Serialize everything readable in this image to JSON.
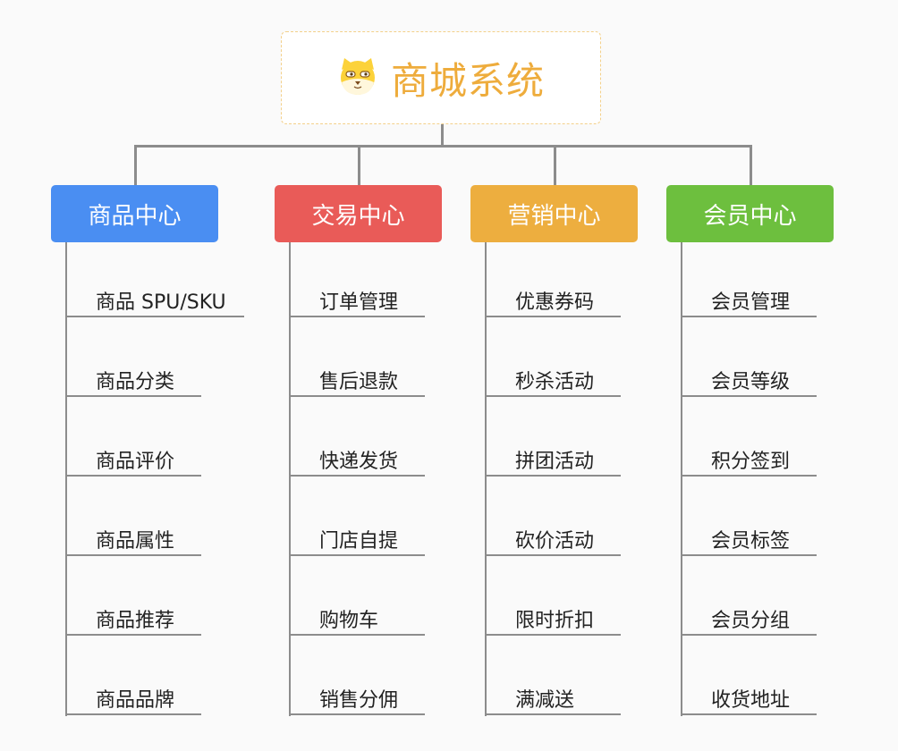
{
  "root": {
    "title": "商城系统",
    "logo_icon": "shiba-dog-icon",
    "title_color": "#eeac3c"
  },
  "categories": [
    {
      "label": "商品中心",
      "color": "#4a8ef2",
      "items": [
        "商品 SPU/SKU",
        "商品分类",
        "商品评价",
        "商品属性",
        "商品推荐",
        "商品品牌"
      ]
    },
    {
      "label": "交易中心",
      "color": "#e95b58",
      "items": [
        "订单管理",
        "售后退款",
        "快递发货",
        "门店自提",
        "购物车",
        "销售分佣"
      ]
    },
    {
      "label": "营销中心",
      "color": "#edae3f",
      "items": [
        "优惠券码",
        "秒杀活动",
        "拼团活动",
        "砍价活动",
        "限时折扣",
        "满减送"
      ]
    },
    {
      "label": "会员中心",
      "color": "#6dbf3e",
      "items": [
        "会员管理",
        "会员等级",
        "积分签到",
        "会员标签",
        "会员分组",
        "收货地址"
      ]
    }
  ]
}
